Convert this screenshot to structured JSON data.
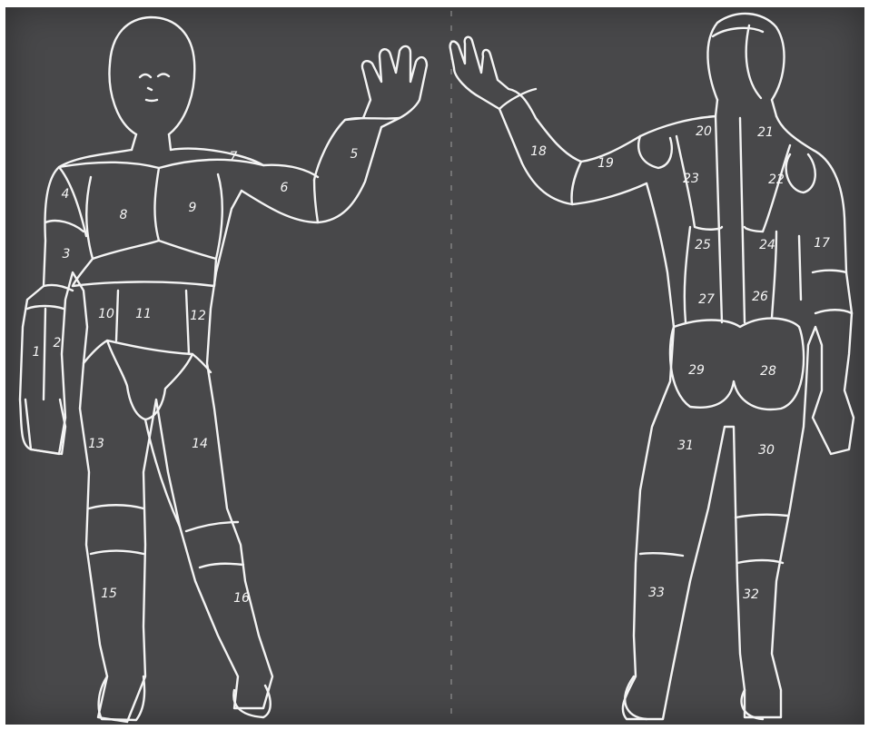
{
  "colors": {
    "board": "#48484a",
    "line": "#f4f4f4"
  },
  "front_view": {
    "regions": [
      "1",
      "2",
      "3",
      "4",
      "5",
      "6",
      "7",
      "8",
      "9",
      "10",
      "11",
      "12",
      "13",
      "14",
      "15",
      "16"
    ]
  },
  "back_view": {
    "regions": [
      "17",
      "18",
      "19",
      "20",
      "21",
      "22",
      "23",
      "24",
      "25",
      "26",
      "27",
      "28",
      "29",
      "30",
      "31",
      "32",
      "33"
    ]
  }
}
